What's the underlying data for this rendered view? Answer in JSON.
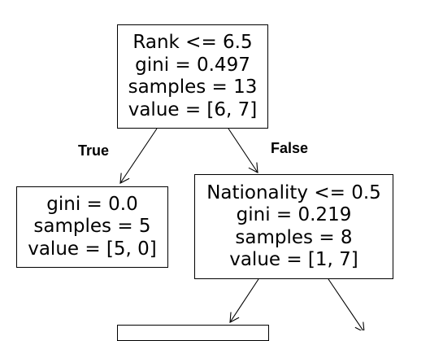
{
  "nodes": {
    "root": {
      "lines": [
        "Rank <= 6.5",
        "gini = 0.497",
        "samples = 13",
        "value = [6, 7]"
      ]
    },
    "left": {
      "lines": [
        "gini = 0.0",
        "samples = 5",
        "value = [5, 0]"
      ]
    },
    "right": {
      "lines": [
        "Nationality <= 0.5",
        "gini = 0.219",
        "samples = 8",
        "value = [1, 7]"
      ]
    }
  },
  "edges": {
    "true_label": "True",
    "false_label": "False"
  }
}
